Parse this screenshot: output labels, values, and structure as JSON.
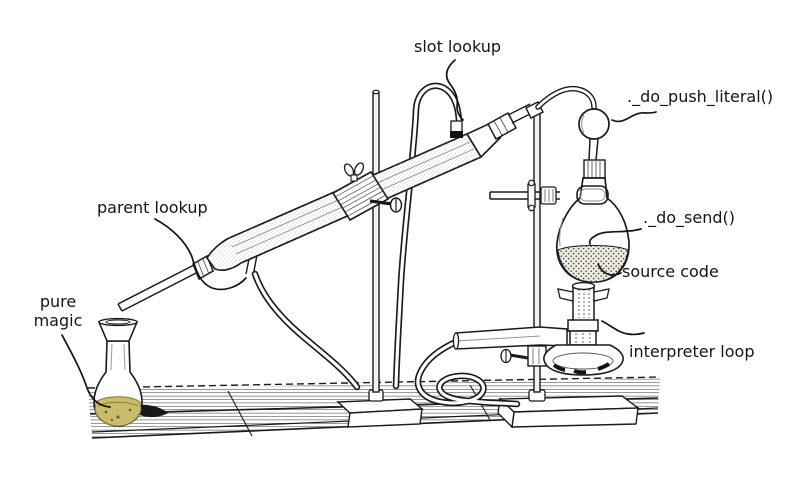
{
  "figure": {
    "description_labels": true,
    "colors": {
      "background": "#ffffff",
      "ink": "#1b1b1b",
      "label_text": "#141414",
      "magic_liquid": "#c9bc6b",
      "magic_liquid_shadow": "#8a7d33",
      "stipple_liquid_base": "#edebe0"
    }
  },
  "labels": [
    {
      "name": "slot-lookup",
      "text": "slot lookup"
    },
    {
      "name": "push-literal",
      "text": "._do_push_literal()"
    },
    {
      "name": "parent-lookup",
      "text": "parent lookup"
    },
    {
      "name": "do-send",
      "text": "._do_send()"
    },
    {
      "name": "source-code",
      "text": "source code"
    },
    {
      "name": "pure-magic",
      "text": "pure\nmagic"
    },
    {
      "name": "interpreter-loop",
      "text": "interpreter loop"
    }
  ],
  "parts": [
    {
      "icon": "workbench-icon"
    },
    {
      "icon": "retort-stand-icon"
    },
    {
      "icon": "liebig-condenser-icon"
    },
    {
      "icon": "clamp-icon"
    },
    {
      "icon": "receiving-flask-icon"
    },
    {
      "icon": "glass-bulb-icon"
    },
    {
      "icon": "boiling-flask-icon"
    },
    {
      "icon": "bunsen-burner-icon"
    },
    {
      "icon": "rubber-tubing-icon"
    }
  ]
}
